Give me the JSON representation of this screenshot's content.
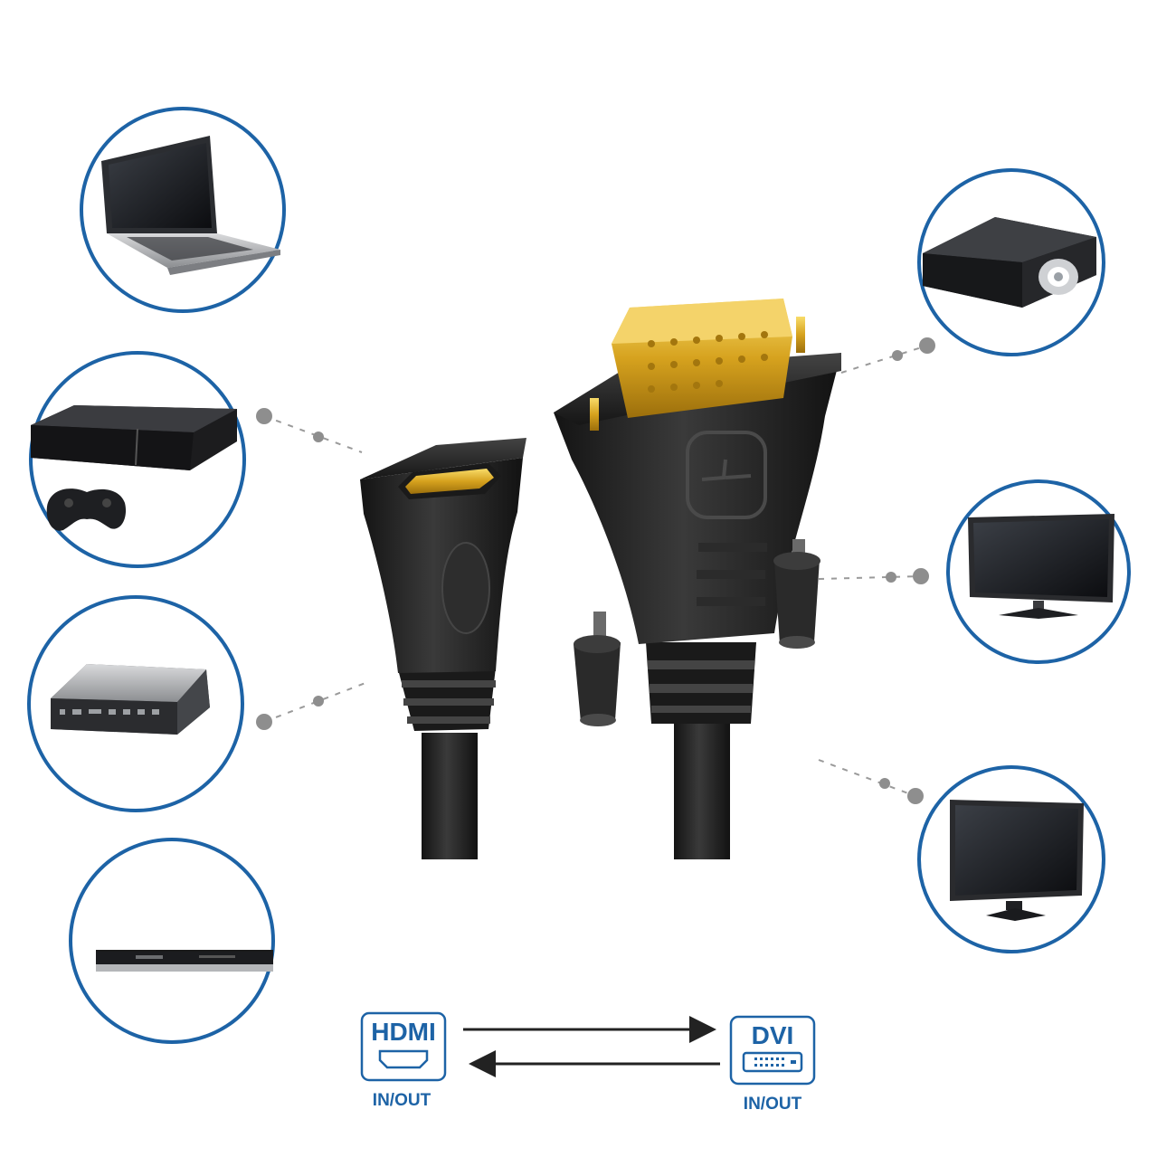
{
  "accent_color": "#1d63a6",
  "hdmi_badge": {
    "title": "HDMI",
    "caption": "IN/OUT"
  },
  "dvi_badge": {
    "title": "DVI",
    "caption": "IN/OUT"
  },
  "left_devices": [
    "laptop-icon",
    "game-console-icon",
    "mini-pc-icon",
    "media-player-icon"
  ],
  "right_devices": [
    "projector-icon",
    "tv-icon",
    "monitor-icon"
  ],
  "product": [
    "hdmi-female-connector",
    "dvi-male-connector"
  ]
}
